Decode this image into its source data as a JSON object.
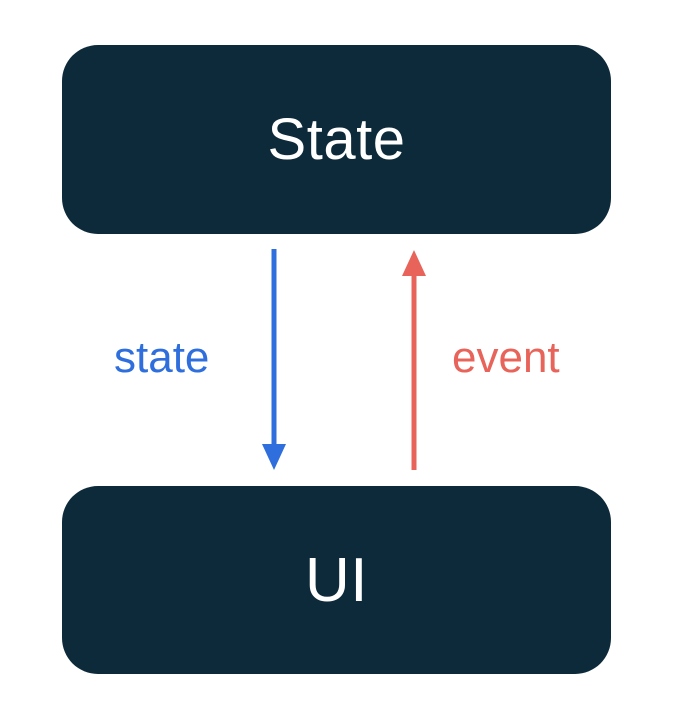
{
  "nodes": {
    "state": {
      "label": "State"
    },
    "ui": {
      "label": "UI"
    }
  },
  "edges": {
    "down": {
      "label": "state",
      "color": "#2f6fdd"
    },
    "up": {
      "label": "event",
      "color": "#e8645a"
    }
  },
  "colors": {
    "box_fill": "#0d2a3a",
    "box_text": "#ffffff",
    "background": "#ffffff"
  }
}
